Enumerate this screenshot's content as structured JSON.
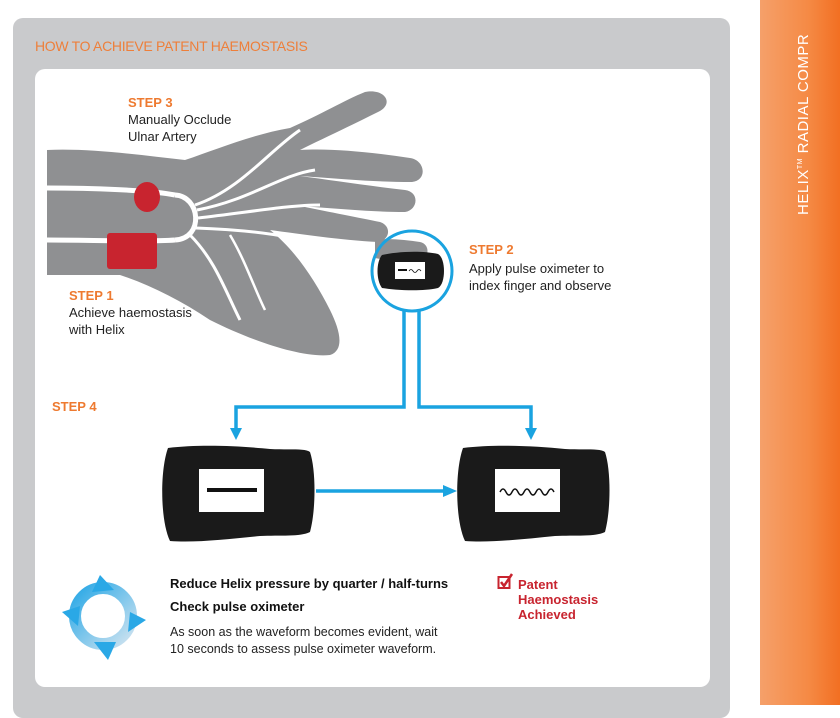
{
  "panel": {
    "title": "HOW TO ACHIEVE PATENT HAEMOSTASIS"
  },
  "sidebar": {
    "brand": "HELIX",
    "trademark": "TM",
    "text": " RADIAL COMPR"
  },
  "steps": [
    {
      "label": "STEP 1",
      "desc_lines": [
        "Achieve haemostasis",
        "with Helix"
      ]
    },
    {
      "label": "STEP 2",
      "desc_lines": [
        "Apply pulse oximeter to",
        "index finger and observe"
      ]
    },
    {
      "label": "STEP 3",
      "desc_lines": [
        "Manually Occlude",
        "Ulnar Artery"
      ]
    },
    {
      "label": "STEP 4",
      "desc_lines": []
    }
  ],
  "instructions": {
    "line1": "Reduce Helix pressure by quarter / half-turns",
    "line2": "Check pulse oximeter",
    "detail_lines": [
      "As soon as the waveform becomes evident, wait",
      "10 seconds to assess pulse oximeter waveform."
    ]
  },
  "result": {
    "lines": [
      "Patent",
      "Haemostasis",
      "Achieved"
    ]
  },
  "colors": {
    "accent_orange": "#ee7a30",
    "arrow_blue": "#1aa3e0",
    "occlusion_red": "#c8242f",
    "hand_gray": "#8f9092"
  }
}
